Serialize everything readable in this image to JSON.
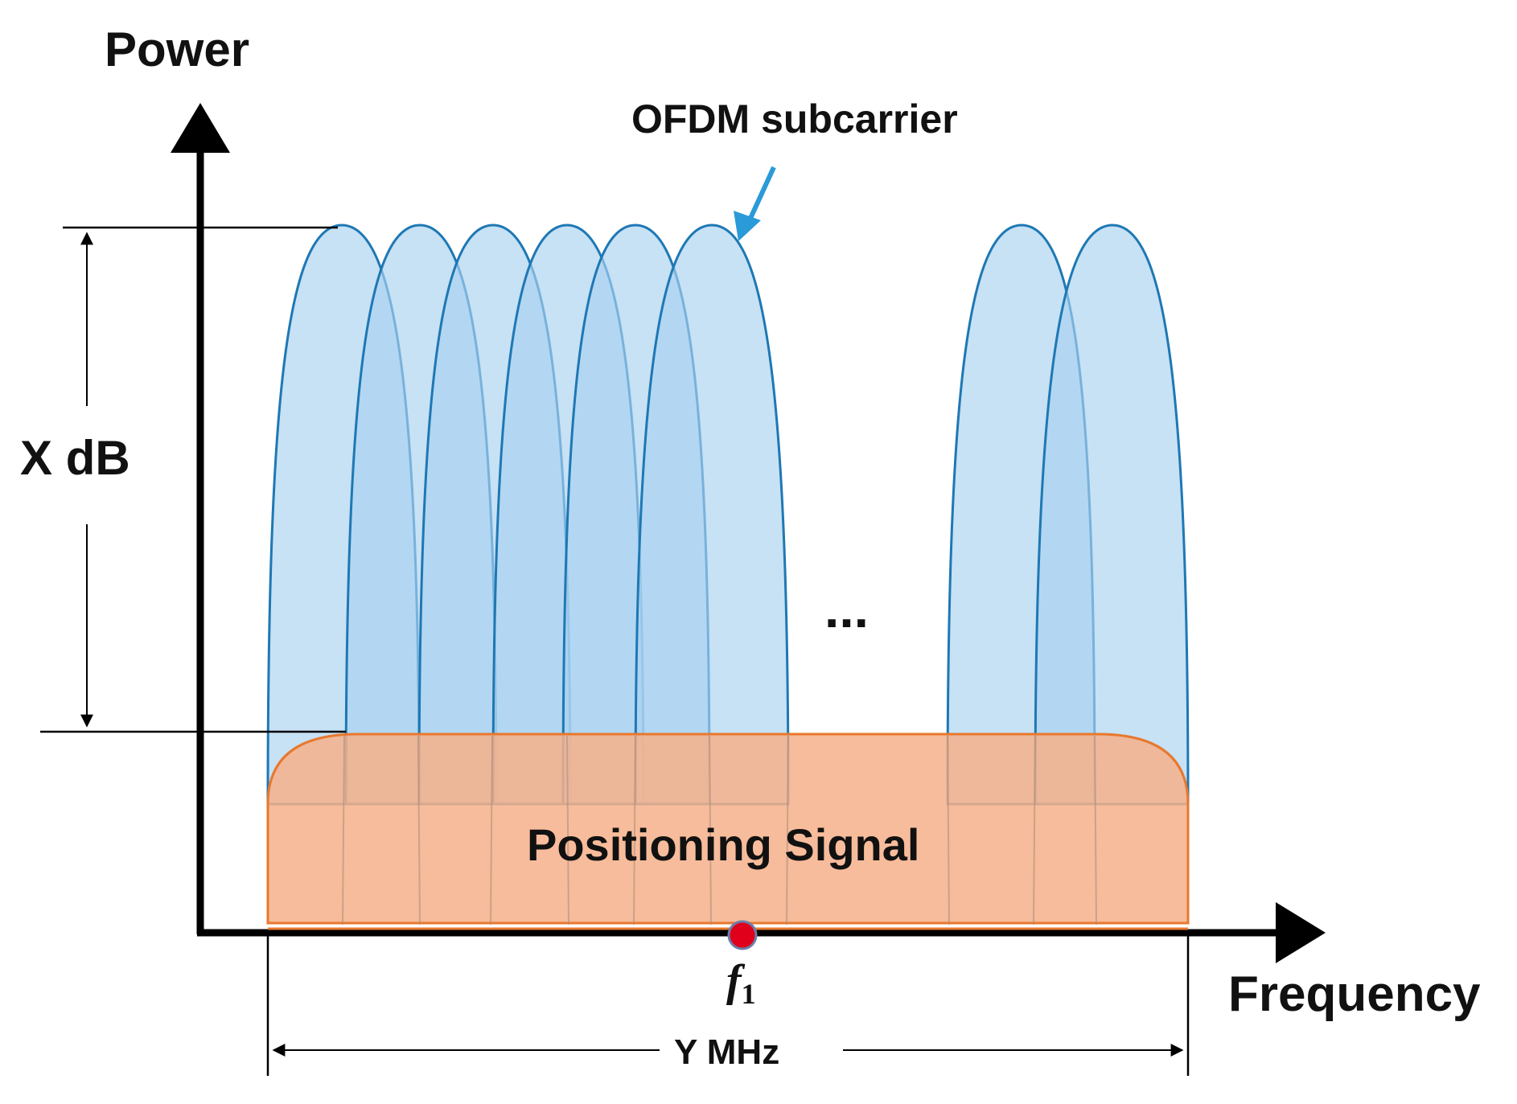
{
  "labels": {
    "y_axis": "Power",
    "x_axis": "Frequency",
    "subcarrier": "OFDM subcarrier",
    "power_range": "X dB",
    "bandwidth": "Y MHz",
    "ellipsis": "...",
    "signal": "Positioning Signal",
    "center_freq": "f",
    "center_freq_sub": "1"
  },
  "colors": {
    "subcarrier_fill": "#a9d1ef",
    "subcarrier_stroke": "#1e78b4",
    "signal_fill": "#f6b08a",
    "signal_stroke": "#e8782e",
    "axis": "#000000",
    "annotation_arrow": "#2a9ad8",
    "center_dot": "#e0001b"
  }
}
